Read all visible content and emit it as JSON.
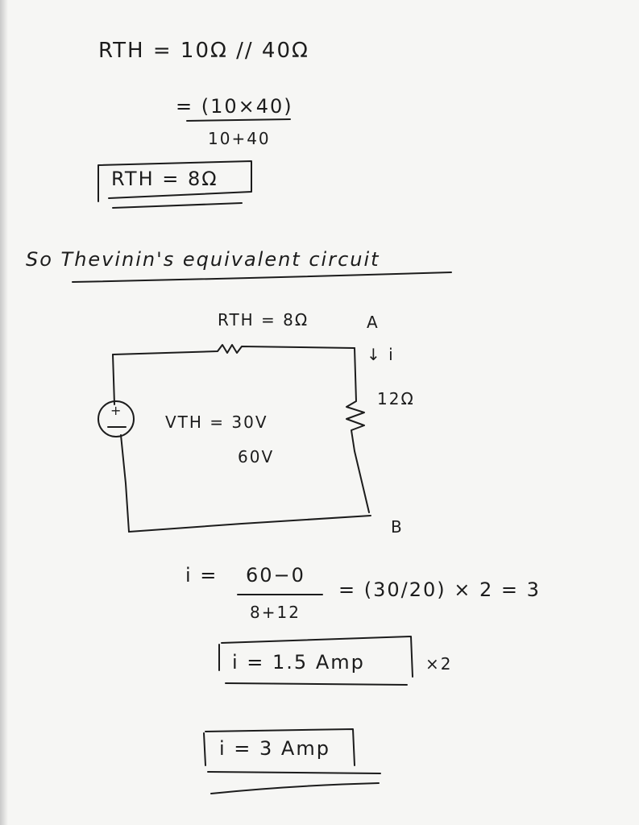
{
  "lines": {
    "rth_def": "RTH = 10Ω // 40Ω",
    "rth_expr_num": "= (10×40)",
    "rth_expr_den": "10+40",
    "rth_result": "RTH = 8Ω",
    "intro": "So Thevinin's equivalent circuit",
    "circuit_rth": "RTH = 8Ω",
    "node_a": "A",
    "current_arrow": "↓ i",
    "load_resistor": "12Ω",
    "source_plus": "+",
    "vth_label": "VTH = 30V",
    "vth_value": "60V",
    "node_b": "B",
    "i_lhs": "i =",
    "i_num": "60−0",
    "i_den": "8+12",
    "i_mid": "= (30/20) × 2 = 3",
    "i_result1": "i = 1.5 Amp",
    "times_two": "×2",
    "i_result2": "i = 3 Amp"
  }
}
